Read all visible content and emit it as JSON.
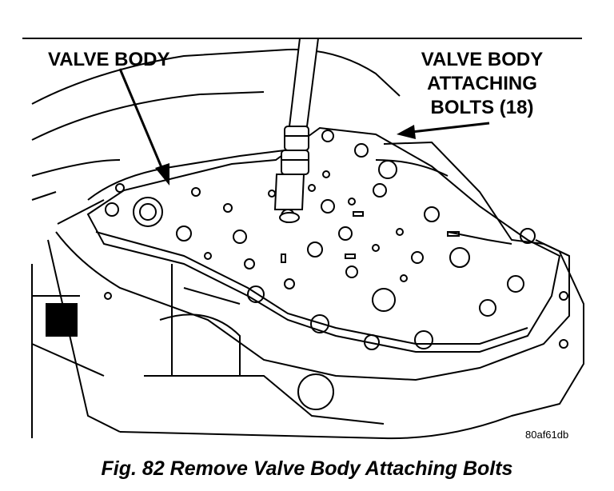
{
  "labels": {
    "valve_body": "VALVE BODY",
    "attaching_bolts": [
      "VALVE BODY",
      "ATTACHING",
      "BOLTS (18)"
    ]
  },
  "figure_id": "80af61db",
  "caption": "Fig. 82 Remove Valve Body Attaching Bolts"
}
